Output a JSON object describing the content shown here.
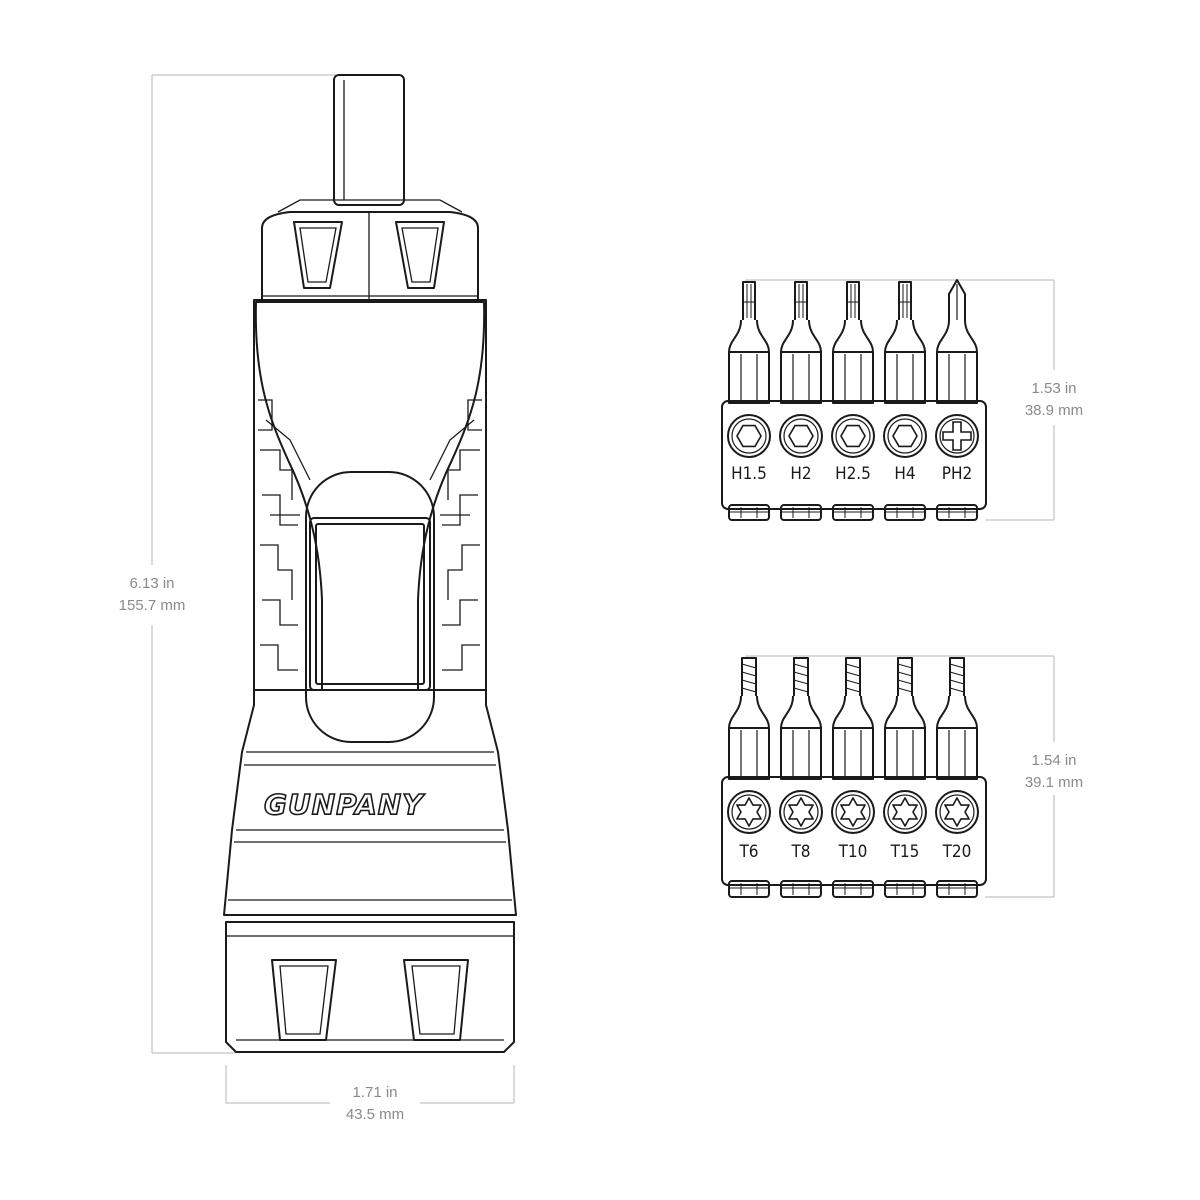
{
  "screwdriver": {
    "brand": "GUNPANY",
    "height": {
      "in": "6.13 in",
      "mm": "155.7 mm"
    },
    "width": {
      "in": "1.71 in",
      "mm": "43.5 mm"
    }
  },
  "bit_sets": [
    {
      "height": {
        "in": "1.53 in",
        "mm": "38.9 mm"
      },
      "bits": [
        {
          "label": "H1.5",
          "head": "hex"
        },
        {
          "label": "H2",
          "head": "hex"
        },
        {
          "label": "H2.5",
          "head": "hex"
        },
        {
          "label": "H4",
          "head": "hex"
        },
        {
          "label": "PH2",
          "head": "phillips"
        }
      ]
    },
    {
      "height": {
        "in": "1.54 in",
        "mm": "39.1 mm"
      },
      "bits": [
        {
          "label": "T6",
          "head": "torx"
        },
        {
          "label": "T8",
          "head": "torx"
        },
        {
          "label": "T10",
          "head": "torx"
        },
        {
          "label": "T15",
          "head": "torx"
        },
        {
          "label": "T20",
          "head": "torx"
        }
      ]
    }
  ],
  "colors": {
    "line": "#1a1a1a",
    "dimension": "#8a8a8a"
  }
}
